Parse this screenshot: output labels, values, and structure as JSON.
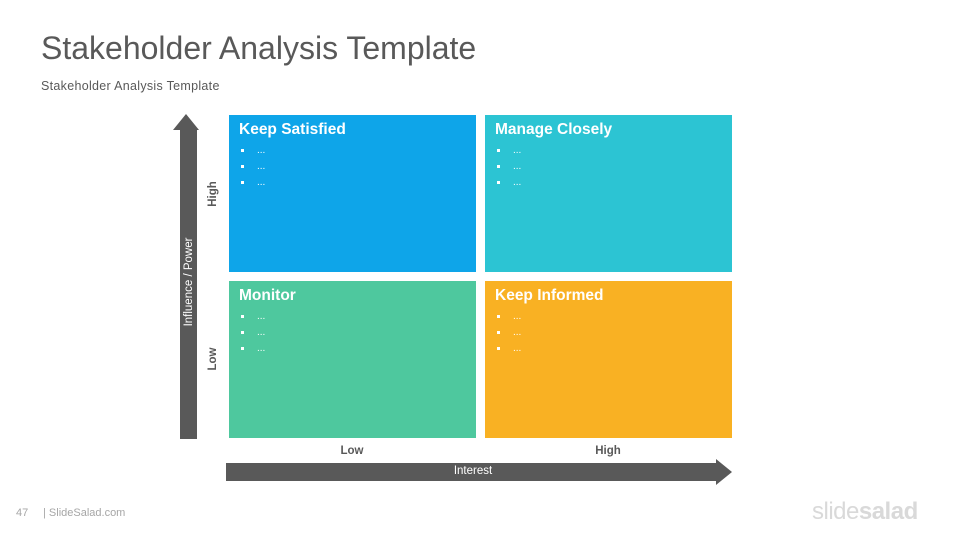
{
  "slide": {
    "title": "Stakeholder Analysis Template",
    "subtitle": "Stakeholder Analysis Template"
  },
  "quadrants": [
    {
      "title": "Keep Satisfied",
      "color": "#0ea5e9",
      "items": [
        "...",
        "...",
        "..."
      ]
    },
    {
      "title": "Manage Closely",
      "color": "#2cc4d3",
      "items": [
        "...",
        "...",
        "..."
      ]
    },
    {
      "title": "Monitor",
      "color": "#4ec89e",
      "items": [
        "...",
        "...",
        "..."
      ]
    },
    {
      "title": "Keep Informed",
      "color": "#f9b123",
      "items": [
        "...",
        "...",
        "..."
      ]
    }
  ],
  "axes": {
    "y_label": "Influence / Power",
    "y_high": "High",
    "y_low": "Low",
    "x_label": "Interest",
    "x_low": "Low",
    "x_high": "High",
    "color": "#595959"
  },
  "footer": {
    "page_number": "47",
    "site": "| SlideSalad.com",
    "logo_part1": "slide",
    "logo_part2": "salad"
  }
}
